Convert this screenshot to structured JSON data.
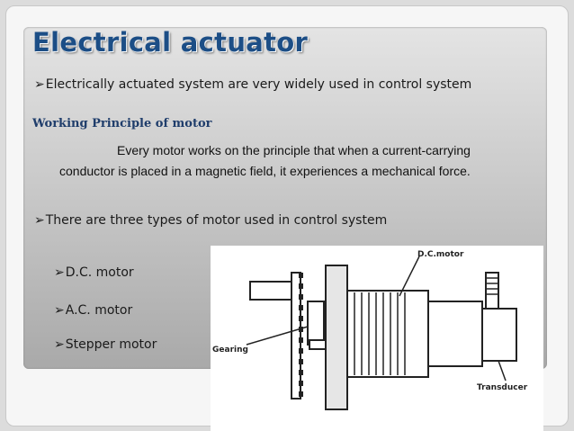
{
  "slide": {
    "title": "Electrical actuator",
    "bullet_arrow": "➢",
    "intro_bullet": "Electrically actuated system are very widely used in control system",
    "subheading": "Working Principle of motor",
    "principle_line1": "Every motor works on the principle that when a current-carrying",
    "principle_line2": "conductor is placed in a magnetic field, it experiences a mechanical force.",
    "types_bullet": "There are three types of motor used in control system",
    "motor_types": [
      "D.C. motor",
      "A.C. motor",
      "Stepper motor"
    ]
  },
  "diagram": {
    "labels": {
      "dc_motor": "D.C.motor",
      "gearing": "Gearing",
      "transducer": "Transducer"
    }
  }
}
